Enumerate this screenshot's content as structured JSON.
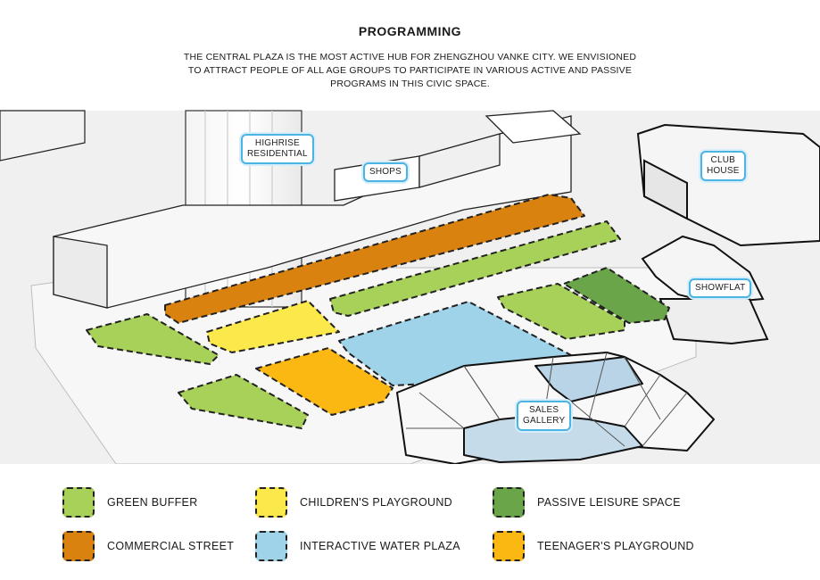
{
  "header": {
    "title": "PROGRAMMING",
    "description": "THE CENTRAL PLAZA IS THE MOST ACTIVE HUB FOR ZHENGZHOU VANKE CITY. WE ENVISIONED TO ATTRACT PEOPLE OF ALL AGE GROUPS TO PARTICIPATE IN VARIOUS ACTIVE AND PASSIVE PROGRAMS IN THIS CIVIC SPACE."
  },
  "callouts": {
    "highrise": "HIGHRISE\nRESIDENTIAL",
    "shops": "SHOPS",
    "clubhouse": "CLUB\nHOUSE",
    "showflat": "SHOWFLAT",
    "sales_gallery": "SALES\nGALLERY"
  },
  "colors": {
    "green_buffer": "#a8d15a",
    "commercial_street": "#d9820f",
    "childrens_playground": "#fbe84a",
    "interactive_water_plaza": "#9fd3ea",
    "passive_leisure_space": "#6aa54a",
    "teenagers_playground": "#fbb812"
  },
  "legend": [
    {
      "label": "GREEN BUFFER",
      "color": "#a8d15a"
    },
    {
      "label": "CHILDREN'S PLAYGROUND",
      "color": "#fbe84a"
    },
    {
      "label": "PASSIVE LEISURE SPACE",
      "color": "#6aa54a"
    },
    {
      "label": "COMMERCIAL STREET",
      "color": "#d9820f"
    },
    {
      "label": "INTERACTIVE WATER PLAZA",
      "color": "#9fd3ea"
    },
    {
      "label": "TEENAGER'S PLAYGROUND",
      "color": "#fbb812"
    }
  ]
}
